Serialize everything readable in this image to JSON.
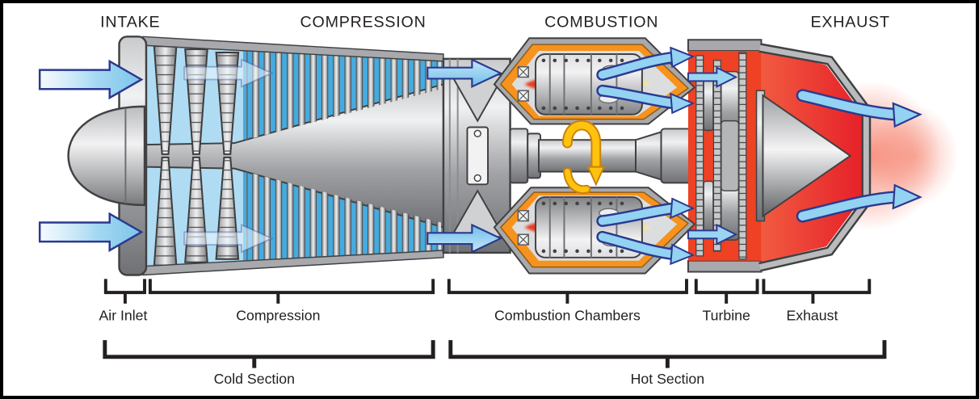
{
  "top_labels": [
    {
      "label": "INTAKE"
    },
    {
      "label": "COMPRESSION"
    },
    {
      "label": "COMBUSTION"
    },
    {
      "label": "EXHAUST"
    }
  ],
  "component_labels": [
    {
      "label": "Air Inlet"
    },
    {
      "label": "Compression"
    },
    {
      "label": "Combustion Chambers"
    },
    {
      "label": "Turbine"
    },
    {
      "label": "Exhaust"
    }
  ],
  "zone_labels": [
    {
      "label": "Cold Section"
    },
    {
      "label": "Hot Section"
    }
  ],
  "colors": {
    "label_text": "#231F20",
    "frame_border": "#000000",
    "airflow_blue": "#7CC4EA",
    "airflow_outline": "#2B3990",
    "duct_light_blue": "#AFDCF3",
    "duct_deep_blue": "#45ABDF",
    "combustor_orange": "#F6921E",
    "flame_red": "#E8321F",
    "flame_yellow": "#FFD400",
    "hot_section_red": "#EF4123",
    "rotation_yellow": "#FFC20E",
    "metal_gray": "#A7A9AC"
  },
  "icons": [
    {
      "name": "airflow-arrow",
      "meaning": "air / exhaust gas flow direction"
    },
    {
      "name": "rotation-arrow",
      "meaning": "shaft rotation"
    },
    {
      "name": "flame",
      "meaning": "combustion flame"
    }
  ]
}
